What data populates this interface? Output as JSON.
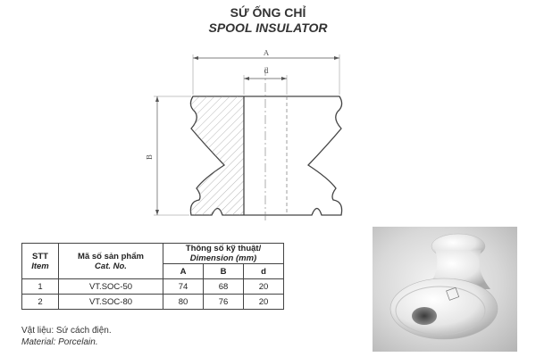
{
  "title": {
    "vietnamese": "SỨ ỐNG CHỈ",
    "english": "SPOOL INSULATOR"
  },
  "drawing": {
    "dim_a": "A",
    "dim_d": "d",
    "dim_b": "B"
  },
  "table": {
    "headers": {
      "stt": "STT",
      "stt_en": "Item",
      "cat": "Mã số sản phẩm",
      "cat_en": "Cat. No.",
      "dim": "Thông số kỹ thuật/",
      "dim_en": "Dimension (mm)",
      "a": "A",
      "b": "B",
      "d": "d"
    },
    "rows": [
      {
        "stt": "1",
        "cat": "VT.SOC-50",
        "a": "74",
        "b": "68",
        "d": "20"
      },
      {
        "stt": "2",
        "cat": "VT.SOC-80",
        "a": "80",
        "b": "76",
        "d": "20"
      }
    ]
  },
  "material": {
    "vietnamese": "Vật liệu: Sứ cách điện.",
    "english": "Material: Porcelain."
  },
  "colors": {
    "outline": "#444444",
    "hatch": "#999999",
    "porcelain": "#eeeeee",
    "photo_background": "#c8c8c8"
  }
}
